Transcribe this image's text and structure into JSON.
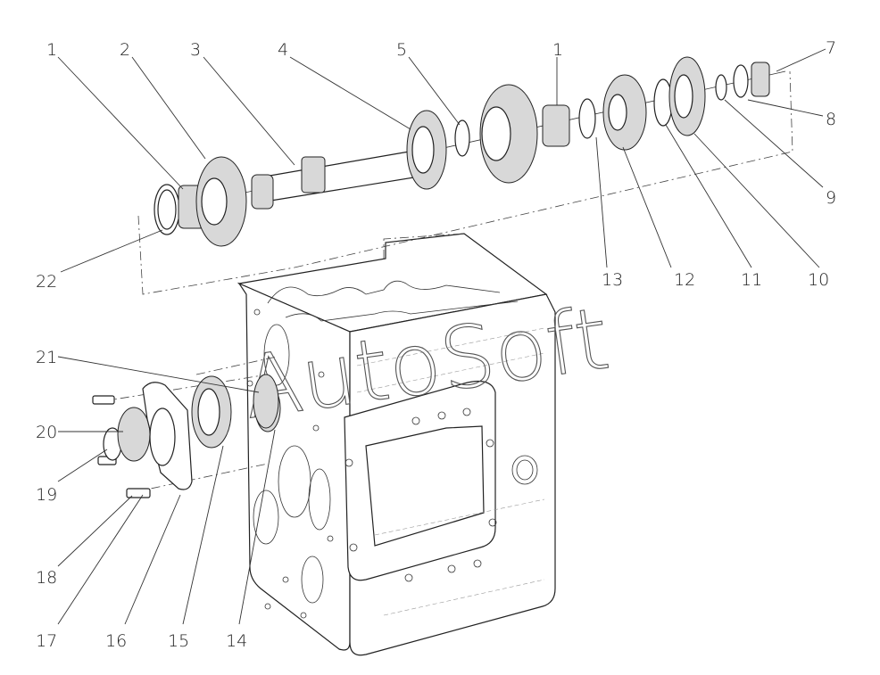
{
  "figure": {
    "watermark": "AutoSoft",
    "callouts": [
      {
        "id": "c1a",
        "label": "1"
      },
      {
        "id": "c2",
        "label": "2"
      },
      {
        "id": "c3",
        "label": "3"
      },
      {
        "id": "c4",
        "label": "4"
      },
      {
        "id": "c5",
        "label": "5"
      },
      {
        "id": "c1b",
        "label": "1"
      },
      {
        "id": "c7",
        "label": "7"
      },
      {
        "id": "c8",
        "label": "8"
      },
      {
        "id": "c9",
        "label": "9"
      },
      {
        "id": "c10",
        "label": "10"
      },
      {
        "id": "c11",
        "label": "11"
      },
      {
        "id": "c12",
        "label": "12"
      },
      {
        "id": "c13",
        "label": "13"
      },
      {
        "id": "c22",
        "label": "22"
      },
      {
        "id": "c21",
        "label": "21"
      },
      {
        "id": "c20",
        "label": "20"
      },
      {
        "id": "c19",
        "label": "19"
      },
      {
        "id": "c18",
        "label": "18"
      },
      {
        "id": "c17",
        "label": "17"
      },
      {
        "id": "c16",
        "label": "16"
      },
      {
        "id": "c15",
        "label": "15"
      },
      {
        "id": "c14",
        "label": "14"
      }
    ]
  }
}
